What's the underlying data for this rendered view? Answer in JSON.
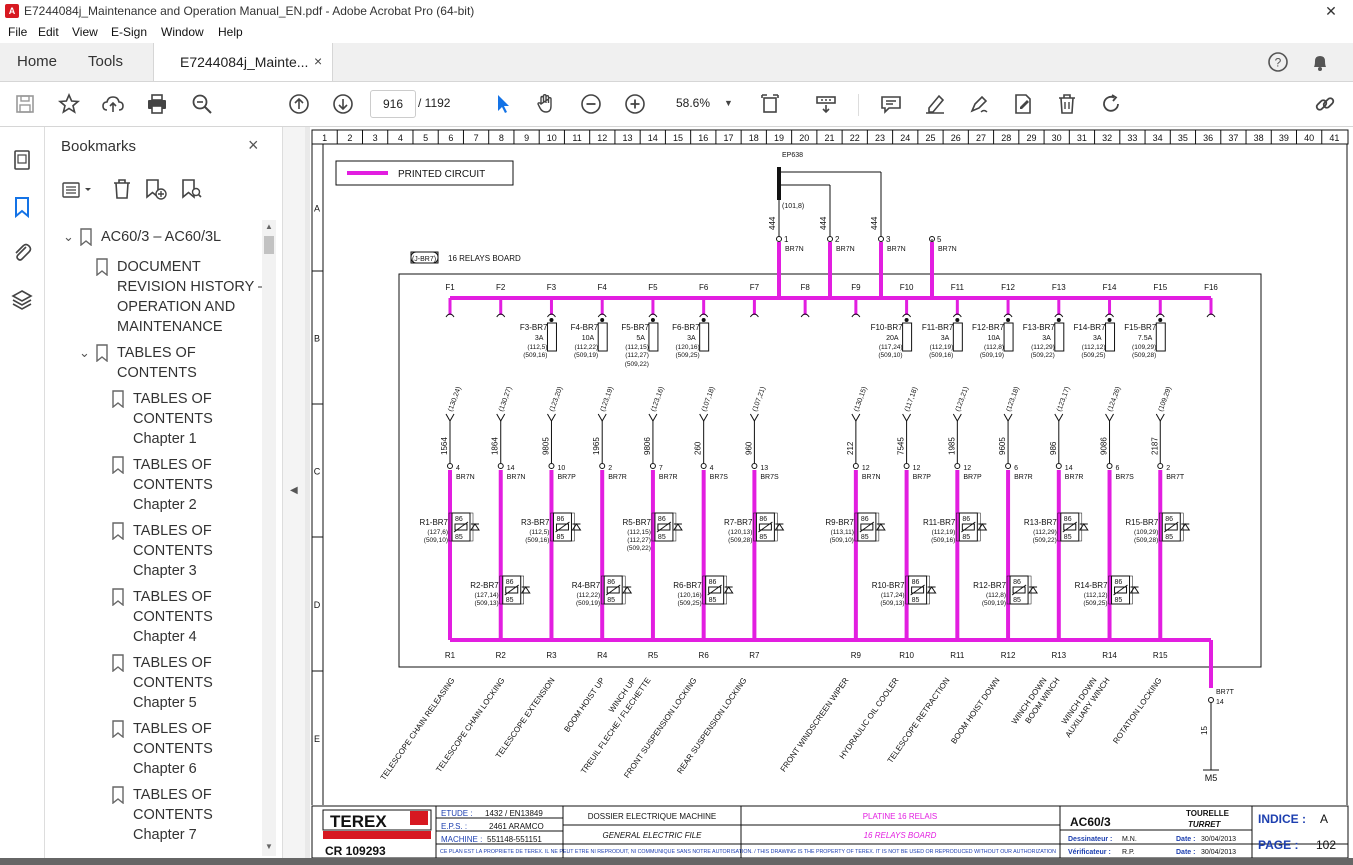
{
  "window": {
    "title": "E7244084j_Maintenance and Operation Manual_EN.pdf - Adobe Acrobat Pro (64-bit)"
  },
  "menu": [
    "File",
    "Edit",
    "View",
    "E-Sign",
    "Window",
    "Help"
  ],
  "tabs": {
    "home": "Home",
    "tools": "Tools",
    "doc": "E7244084j_Mainte...",
    "close": "×"
  },
  "toolbar": {
    "page_current": "916",
    "page_total": "/ 1192",
    "zoom": "58.6%"
  },
  "bookmarks": {
    "header": "Bookmarks",
    "close": "×",
    "items": [
      {
        "label": "AC60/3 – AC60/3L"
      },
      {
        "label": "DOCUMENT REVISION HISTORY – OPERATION AND MAINTENANCE"
      },
      {
        "label": "TABLES OF CONTENTS"
      },
      {
        "label": "TABLES OF CONTENTS Chapter 1"
      },
      {
        "label": "TABLES OF CONTENTS Chapter 2"
      },
      {
        "label": "TABLES OF CONTENTS Chapter 3"
      },
      {
        "label": "TABLES OF CONTENTS Chapter 4"
      },
      {
        "label": "TABLES OF CONTENTS Chapter 5"
      },
      {
        "label": "TABLES OF CONTENTS Chapter 6"
      },
      {
        "label": "TABLES OF CONTENTS Chapter 7"
      }
    ]
  },
  "drawing": {
    "legend": "PRINTED CIRCUIT",
    "board_tag": "(J-BR7)",
    "board_label": "16 RELAYS BOARD",
    "ep_label": "EP638",
    "ep_ref": "(101,8)",
    "wire_num": "444",
    "top_connectors": [
      "1",
      "2",
      "3",
      "5"
    ],
    "top_conn_ref": "BR7N",
    "columns": [
      "1",
      "2",
      "3",
      "4",
      "5",
      "6",
      "7",
      "8",
      "9",
      "10",
      "11",
      "12",
      "13",
      "14",
      "15",
      "16",
      "17",
      "18",
      "19",
      "20",
      "21",
      "22",
      "23",
      "24",
      "25",
      "26",
      "27",
      "28",
      "29",
      "30",
      "31",
      "32",
      "33",
      "34",
      "35",
      "36",
      "37",
      "38",
      "39",
      "40",
      "41"
    ],
    "rows": [
      "A",
      "B",
      "C",
      "D",
      "E"
    ],
    "fuse_terms": [
      "F1",
      "F2",
      "F3",
      "F4",
      "F5",
      "F6",
      "F7",
      "F8",
      "F9",
      "F10",
      "F11",
      "F12",
      "F13",
      "F14",
      "F15",
      "F16"
    ],
    "fuses": [
      {
        "name": "F3-BR7",
        "rating": "3A",
        "ref1": "(112,5)",
        "ref2": "(509,16)",
        "ref3": ""
      },
      {
        "name": "F4-BR7",
        "rating": "10A",
        "ref1": "(112,22)",
        "ref2": "(509,19)",
        "ref3": ""
      },
      {
        "name": "F5-BR7",
        "rating": "5A",
        "ref1": "(112,15)",
        "ref2": "(112,27)",
        "ref3": "(509,22)"
      },
      {
        "name": "F6-BR7",
        "rating": "3A",
        "ref1": "(120,16)",
        "ref2": "(509,25)",
        "ref3": ""
      },
      {
        "name": "F10-BR7",
        "rating": "20A",
        "ref1": "(117,24)",
        "ref2": "(509,10)",
        "ref3": ""
      },
      {
        "name": "F11-BR7",
        "rating": "3A",
        "ref1": "(112,19)",
        "ref2": "(509,16)",
        "ref3": ""
      },
      {
        "name": "F12-BR7",
        "rating": "10A",
        "ref1": "(112,8)",
        "ref2": "(509,19)",
        "ref3": ""
      },
      {
        "name": "F13-BR7",
        "rating": "3A",
        "ref1": "(112,29)",
        "ref2": "(509,22)",
        "ref3": ""
      },
      {
        "name": "F14-BR7",
        "rating": "3A",
        "ref1": "(112,12)",
        "ref2": "(509,25)",
        "ref3": ""
      },
      {
        "name": "F15-BR7",
        "rating": "7.5A",
        "ref1": "(109,29)",
        "ref2": "(509,28)",
        "ref3": ""
      }
    ],
    "output_wires": [
      {
        "ref": "(130,24)",
        "wire": "1564",
        "pin": "4",
        "conn": "BR7N"
      },
      {
        "ref": "(130,27)",
        "wire": "1864",
        "pin": "14",
        "conn": "BR7N"
      },
      {
        "ref": "(123,20)",
        "wire": "9805",
        "pin": "10",
        "conn": "BR7P"
      },
      {
        "ref": "(123,19)",
        "wire": "1965",
        "pin": "2",
        "conn": "BR7R"
      },
      {
        "ref": "(123,16)",
        "wire": "9806",
        "pin": "7",
        "conn": "BR7R"
      },
      {
        "ref": "(107,18)",
        "wire": "260",
        "pin": "4",
        "conn": "BR7S"
      },
      {
        "ref": "(107,21)",
        "wire": "960",
        "pin": "13",
        "conn": "BR7S"
      },
      {
        "ref": "(130,15)",
        "wire": "212",
        "pin": "12",
        "conn": "BR7N"
      },
      {
        "ref": "(117,18)",
        "wire": "7545",
        "pin": "12",
        "conn": "BR7P"
      },
      {
        "ref": "(123,21)",
        "wire": "1985",
        "pin": "12",
        "conn": "BR7P"
      },
      {
        "ref": "(123,18)",
        "wire": "9605",
        "pin": "6",
        "conn": "BR7R"
      },
      {
        "ref": "(123,17)",
        "wire": "986",
        "pin": "14",
        "conn": "BR7R"
      },
      {
        "ref": "(124,26)",
        "wire": "9086",
        "pin": "6",
        "conn": "BR7S"
      },
      {
        "ref": "(109,29)",
        "wire": "2187",
        "pin": "2",
        "conn": "BR7T"
      }
    ],
    "relays_top": [
      {
        "name": "R1-BR7",
        "ref1": "(127,6)",
        "ref2": "(509,10)"
      },
      {
        "name": "R3-BR7",
        "ref1": "(112,5)",
        "ref2": "(509,16)"
      },
      {
        "name": "R5-BR7",
        "ref1": "(112,15)",
        "ref2": "(112,27)",
        "ref3": "(509,22)"
      },
      {
        "name": "R7-BR7",
        "ref1": "(120,13)",
        "ref2": "(509,28)"
      },
      {
        "name": "R9-BR7",
        "ref1": "(113,11)",
        "ref2": "(509,10)"
      },
      {
        "name": "R11-BR7",
        "ref1": "(112,19)",
        "ref2": "(509,16)"
      },
      {
        "name": "R13-BR7",
        "ref1": "(112,29)",
        "ref2": "(509,22)"
      },
      {
        "name": "R15-BR7",
        "ref1": "(109,29)",
        "ref2": "(509,28)"
      }
    ],
    "relays_bottom": [
      {
        "name": "R2-BR7",
        "ref1": "(127,14)",
        "ref2": "(509,13)"
      },
      {
        "name": "R4-BR7",
        "ref1": "(112,22)",
        "ref2": "(509,19)"
      },
      {
        "name": "R6-BR7",
        "ref1": "(120,16)",
        "ref2": "(509,25)"
      },
      {
        "name": "R10-BR7",
        "ref1": "(117,24)",
        "ref2": "(509,13)"
      },
      {
        "name": "R12-BR7",
        "ref1": "(112,8)",
        "ref2": "(509,19)"
      },
      {
        "name": "R14-BR7",
        "ref1": "(112,12)",
        "ref2": "(509,25)"
      }
    ],
    "coil_top": "86",
    "coil_bottom": "85",
    "relay_terms": [
      "R1",
      "R2",
      "R3",
      "R4",
      "R5",
      "R6",
      "R7",
      "",
      "R9",
      "R10",
      "R11",
      "R12",
      "R13",
      "R14",
      "R15"
    ],
    "functions": [
      "TELESCOPE CHAIN RELEASING",
      "TELESCOPE CHAIN LOCKING",
      "TELESCOPE EXTENSION",
      "BOOM HOIST UP",
      "WINCH UP",
      "TREUIL FLECHE / FLECHETTE",
      "FRONT SUSPENSION LOCKING",
      "REAR SUSPENSION LOCKING",
      "FRONT WINDSCREEN WIPER",
      "HYDRAULIC OIL COOLER",
      "TELESCOPE RETRACTION",
      "BOOM HOIST DOWN",
      "WINCH DOWN",
      "BOOM WINCH",
      "WINCH DOWN",
      "AUXILIARY WINCH",
      "ROTATION LOCKING"
    ],
    "ground": {
      "conn": "BR7T",
      "pin": "14",
      "wire": "15",
      "name": "M5"
    },
    "titleblock": {
      "brand": "TEREX",
      "cr": "CR 109293",
      "etude_label": "ETUDE :",
      "etude_val": "1432 / EN13849",
      "eps_label": "E.P.S. :",
      "eps_val": "2461 ARAMCO",
      "machine_label": "MACHINE :",
      "machine_val": "551148-551151",
      "dossier": "DOSSIER ELECTRIQUE MACHINE",
      "general": "GENERAL ELECTRIC FILE",
      "platine": "PLATINE 16 RELAIS",
      "relays_board": "16 RELAYS BOARD",
      "model": "AC60/3",
      "tourelle": "TOURELLE",
      "turret": "TURRET",
      "dessinateur_label": "Dessinateur :",
      "dessinateur_val": "M.N.",
      "verificateur_label": "Vérificateur :",
      "verificateur_val": "R.P.",
      "date_label": "Date :",
      "date1": "30/04/2013",
      "date2": "30/04/2013",
      "indice_label": "INDICE :",
      "indice_val": "A",
      "page_label": "PAGE :",
      "page_val": "102",
      "legal": "CE PLAN EST LA PROPRIETE DE TEREX. IL NE PEUT ETRE NI REPRODUIT, NI COMMUNIQUE SANS NOTRE AUTORISATION. / THIS DRAWING IS THE PROPERTY OF TEREX. IT IS NOT BE USED OR REPRODUCED WITHOUT OUR AUTHORIZATION"
    }
  },
  "colors": {
    "magenta": "#e21ee0",
    "acrobat_red": "#d71921",
    "accent_blue": "#1473e6"
  }
}
